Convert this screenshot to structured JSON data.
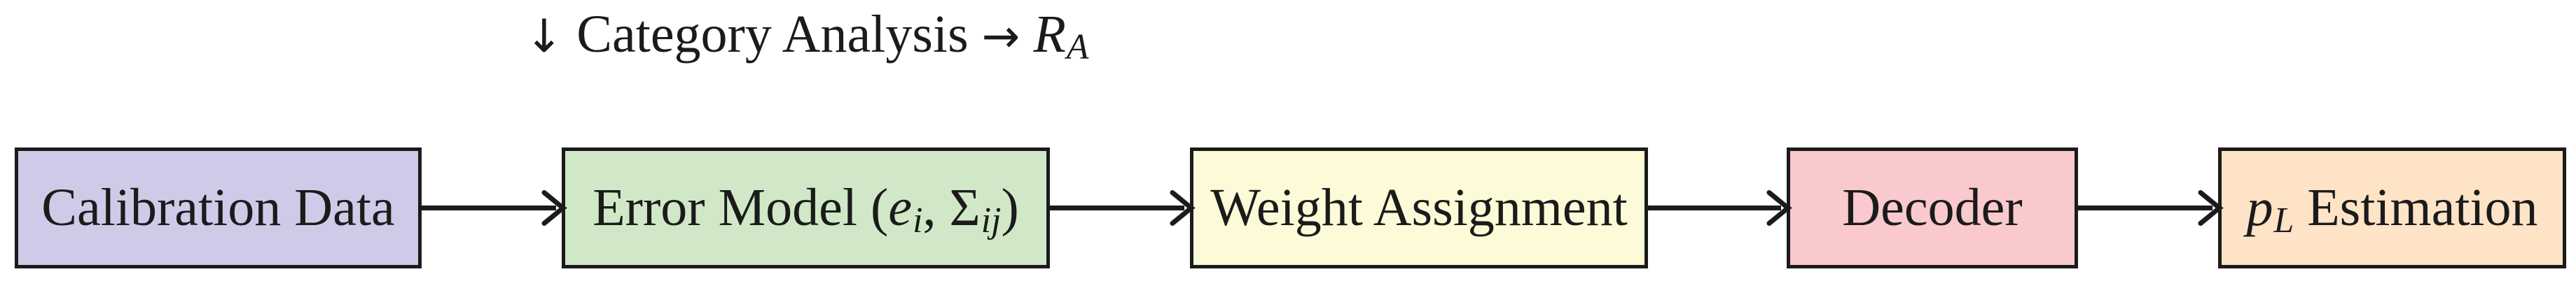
{
  "diagram": {
    "background": "#ffffff",
    "stroke_color": "#1b1b1b",
    "annotation": {
      "arrow_down": "↓",
      "label": "Category Analysis",
      "arrow_right": "→",
      "result_var": "R",
      "result_sub": "A"
    },
    "boxes": [
      {
        "name": "calibration-data",
        "label": "Calibration Data",
        "fill": "#cecbe8"
      },
      {
        "name": "error-model",
        "text_before": "Error Model (",
        "var_e": "e",
        "sub_i": "i",
        "separator": ", ",
        "sigma": "Σ",
        "sub_ij": "ij",
        "text_after": ")",
        "fill": "#d0e8c7"
      },
      {
        "name": "weight-assignment",
        "label": "Weight Assignment",
        "fill": "#fdfbd7"
      },
      {
        "name": "decoder",
        "label": "Decoder",
        "fill": "#f9c9cd"
      },
      {
        "name": "pl-estimation",
        "var_p": "p",
        "sub_L": "L",
        "label": " Estimation",
        "fill": "#fee3c7"
      }
    ],
    "arrows": [
      {
        "from": "calibration-data",
        "to": "error-model"
      },
      {
        "from": "error-model",
        "to": "weight-assignment"
      },
      {
        "from": "weight-assignment",
        "to": "decoder"
      },
      {
        "from": "decoder",
        "to": "pl-estimation"
      }
    ]
  }
}
